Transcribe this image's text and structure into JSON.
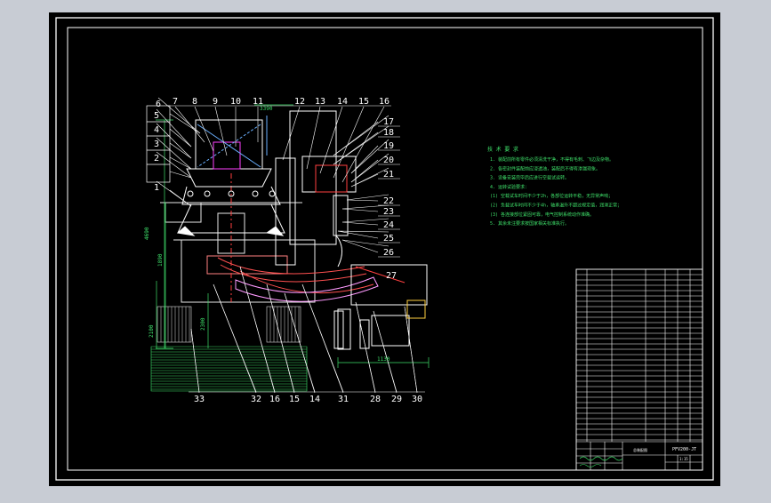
{
  "drawing": {
    "background_color": "#000000",
    "frame_color": "#ffffff",
    "line_color": "#ffffff",
    "accent_color": "#ff4040",
    "note_color": "#00ff66",
    "part_label_color": "#ffffff"
  },
  "top_callouts": [
    "7",
    "8",
    "9",
    "10",
    "11",
    "12",
    "13",
    "14",
    "15",
    "16"
  ],
  "left_callouts": [
    "6",
    "5",
    "4",
    "3",
    "2",
    "1"
  ],
  "right_callouts": [
    "17",
    "18",
    "19",
    "20",
    "21",
    "22",
    "23",
    "24",
    "25",
    "26",
    "27"
  ],
  "bottom_callouts": [
    "33",
    "32",
    "16",
    "15",
    "14",
    "31",
    "28",
    "29",
    "30"
  ],
  "dimensions": {
    "total_height": "4690",
    "body_height": "1890",
    "base_height": "2100",
    "lower_height": "2300",
    "bottom_width": "1130",
    "top_offset": "3390"
  },
  "notes": {
    "title": "技 术 要 求",
    "items": [
      "1. 装配前所有零件必须清洗干净，不得有毛刺、飞边及杂物。",
      "2. 各密封件装配前应浸透油，装配后不得有渗漏现象。",
      "3. 设备安装完毕后应进行空载试运转。",
      "4. 运转试验要求：",
      "   (1) 空载试车时间不少于2h，各部位运转平稳，无异常声响；",
      "   (2) 负载试车时间不少于4h，轴承温升不超过规定值，润滑正常；",
      "   (3) 各连接部位紧固可靠，电气控制系统动作准确。",
      "5. 其余未注要求按国家相关标准执行。"
    ]
  },
  "title_block": {
    "drawing_no": "PFV200-JT",
    "drawing_title": "总装配图",
    "scale": "1:15"
  }
}
